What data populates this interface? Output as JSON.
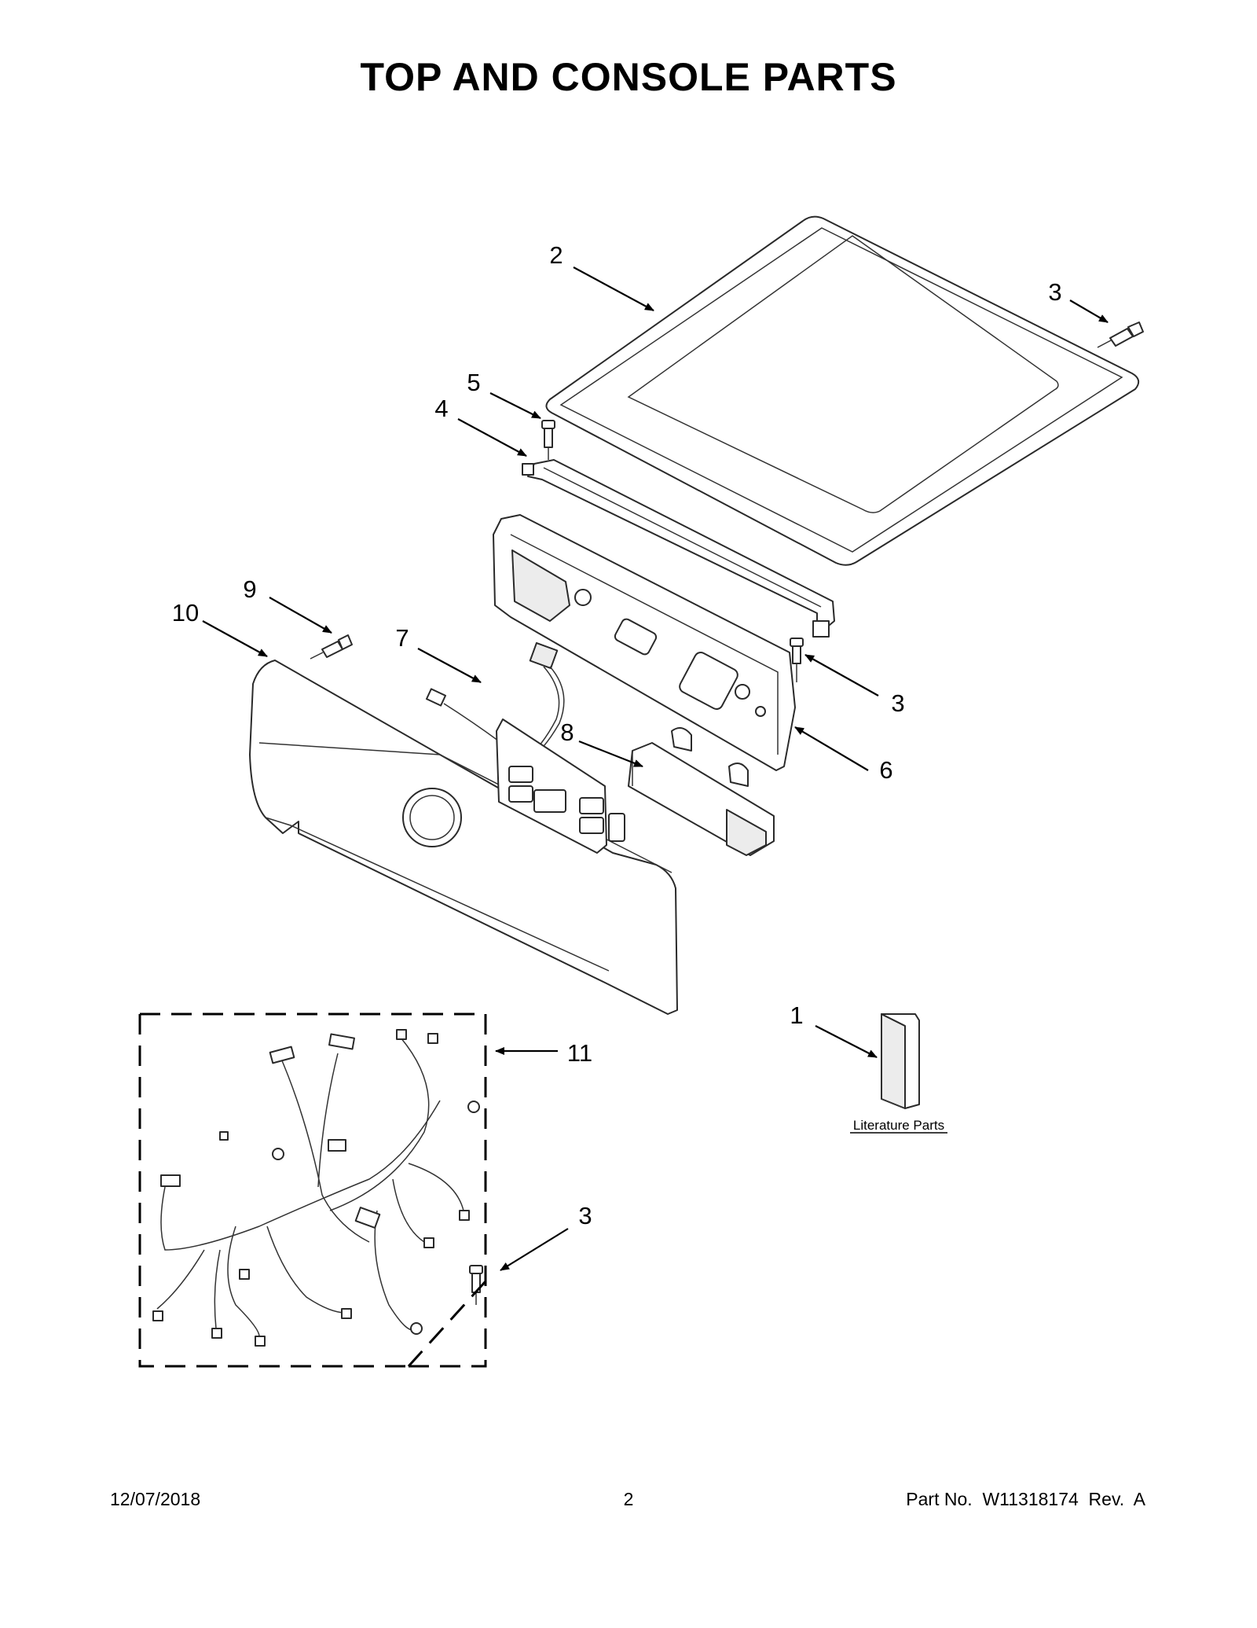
{
  "title": "TOP AND CONSOLE PARTS",
  "callouts": {
    "c1": "1",
    "c2": "2",
    "c3_top": "3",
    "c3_mid": "3",
    "c3_bottom": "3",
    "c4": "4",
    "c5": "5",
    "c6": "6",
    "c7": "7",
    "c8": "8",
    "c9": "9",
    "c10": "10",
    "c11": "11"
  },
  "literature_label": "Literature Parts",
  "footer": {
    "date": "12/07/2018",
    "page": "2",
    "part_no": "Part No.  W11318174  Rev.  A"
  }
}
